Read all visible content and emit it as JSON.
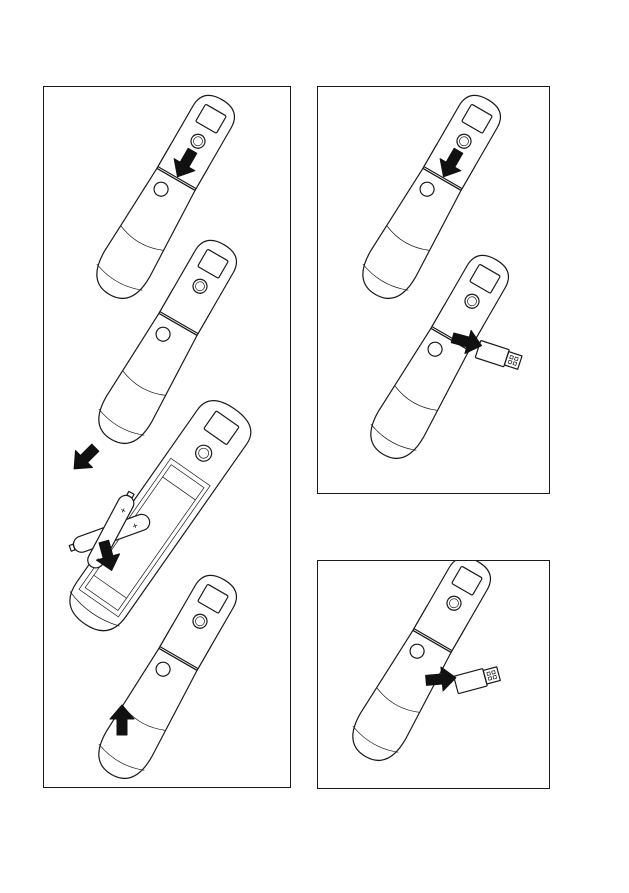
{
  "illustrations": {
    "left_panel": {
      "steps": [
        {
          "id": "slide-cover-down",
          "arrow_direction": "down"
        },
        {
          "id": "cover-open",
          "arrow_direction": "none"
        },
        {
          "id": "remove-cover",
          "arrow_direction": "down-left"
        },
        {
          "id": "insert-batteries",
          "arrow_direction": "down",
          "battery_count": 2,
          "polarity_marks": [
            "+",
            "-",
            "+"
          ]
        },
        {
          "id": "slide-cover-up",
          "arrow_direction": "up"
        }
      ]
    },
    "right_top_panel": {
      "steps": [
        {
          "id": "slide-cover-down",
          "arrow_direction": "down"
        },
        {
          "id": "remove-usb-receiver",
          "arrow_direction": "left"
        }
      ]
    },
    "right_bottom_panel": {
      "steps": [
        {
          "id": "insert-usb-receiver",
          "arrow_direction": "left"
        }
      ]
    }
  },
  "colors": {
    "line": "#1a1a1a",
    "arrow": "#111111",
    "background": "#ffffff"
  }
}
